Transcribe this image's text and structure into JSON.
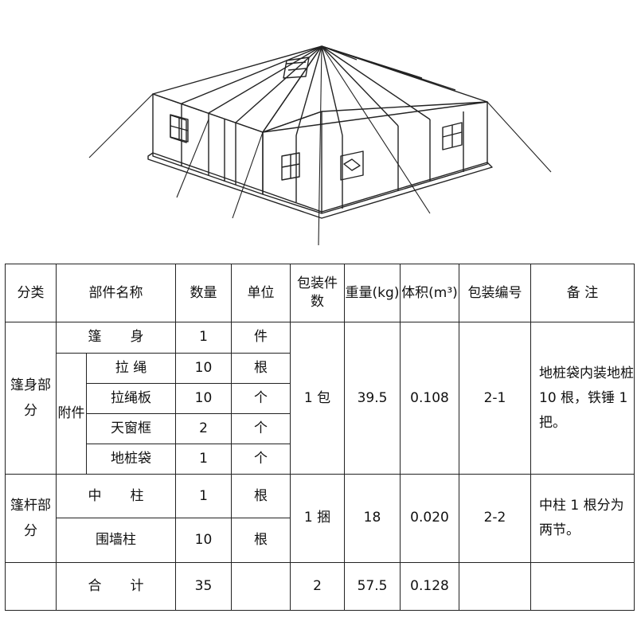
{
  "headers": {
    "category": "分类",
    "part_name": "部件名称",
    "quantity": "数量",
    "unit": "单位",
    "pack_count": "包装件数",
    "weight": "重量(kg)",
    "volume": "体积(m³)",
    "pack_no": "包装编号",
    "remark": "备 注"
  },
  "group1": {
    "category": "篷身部分",
    "body_row": {
      "name": "篷 身",
      "qty": "1",
      "unit": "件"
    },
    "accessory_label": "附件",
    "accessories": [
      {
        "name": "拉 绳",
        "qty": "10",
        "unit": "根"
      },
      {
        "name": "拉绳板",
        "qty": "10",
        "unit": "个"
      },
      {
        "name": "天窗框",
        "qty": "2",
        "unit": "个"
      },
      {
        "name": "地桩袋",
        "qty": "1",
        "unit": "个"
      }
    ],
    "pack_count": "1 包",
    "weight": "39.5",
    "volume": "0.108",
    "pack_no": "2-1",
    "remark": "地桩袋内装地桩 10 根，铁锤 1 把。"
  },
  "group2": {
    "category": "篷杆部分",
    "rows": [
      {
        "name": "中 柱",
        "qty": "1",
        "unit": "根"
      },
      {
        "name": "围墙柱",
        "qty": "10",
        "unit": "根"
      }
    ],
    "pack_count": "1 捆",
    "weight": "18",
    "volume": "0.020",
    "pack_no": "2-2",
    "remark": "中柱 1 根分为两节。"
  },
  "total": {
    "label": "合 计",
    "qty": "35",
    "pack_count": "2",
    "weight": "57.5",
    "volume": "0.128"
  }
}
